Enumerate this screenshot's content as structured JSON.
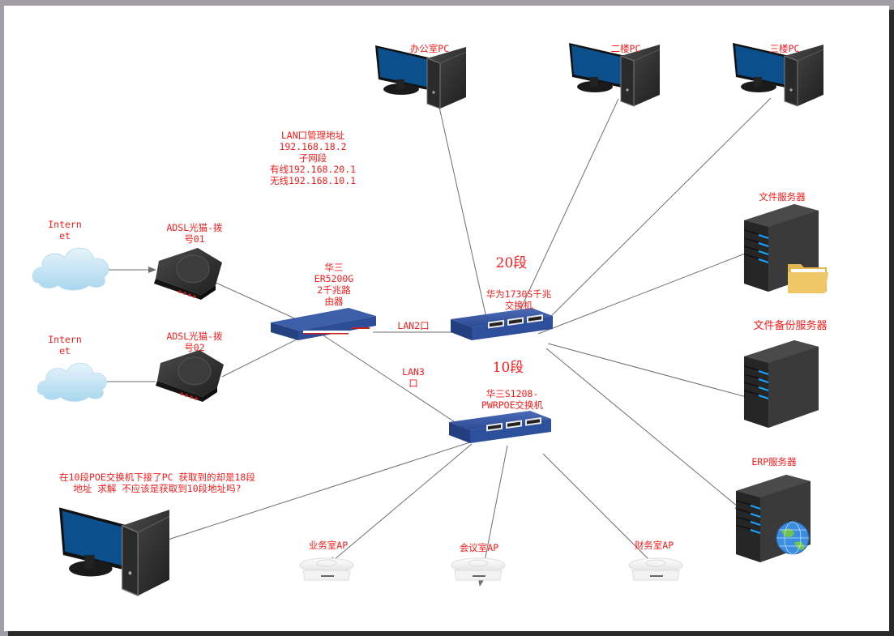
{
  "diagram": {
    "internet_clouds": [
      {
        "label": "Intern\net"
      },
      {
        "label": "Intern\net"
      }
    ],
    "modems": [
      {
        "label": "ADSL光猫-拨\n号01"
      },
      {
        "label": "ADSL光猫-拨\n号02"
      }
    ],
    "router": {
      "label": "华三\nER5200G\n2千兆路\n由器"
    },
    "router_info": "LAN口管理地址\n192.168.18.2\n子网段\n有线192.168.20.1\n无线192.168.10.1",
    "lan2_label": "LAN2口",
    "lan3_label": "LAN3\n口",
    "segment_20": "20段",
    "segment_10": "10段",
    "core_switch": {
      "label": "华为1730S千兆\n交换机"
    },
    "poe_switch": {
      "label": "华三S1208-\nPWRPOE交换机"
    },
    "pcs": [
      {
        "label": "办公室PC"
      },
      {
        "label": "二楼PC"
      },
      {
        "label": "三楼PC"
      }
    ],
    "servers": [
      {
        "label": "文件服务器",
        "badge": "folder"
      },
      {
        "label": "文件备份服务器",
        "badge": "none"
      },
      {
        "label": "ERP服务器",
        "badge": "globe"
      }
    ],
    "access_points": [
      {
        "label": "业务室AP"
      },
      {
        "label": "会议室AP"
      },
      {
        "label": "财务室AP"
      }
    ],
    "poe_pc_note": "在10段POE交换机下接了PC 获取到的却是18段\n地址   求解 不应该是获取到10段地址吗?",
    "colors": {
      "label": "#ff1a1a",
      "wire": "#6e6e6e",
      "switch_blue": "#2f4f9a",
      "screen_blue": "#0b4f8c",
      "device_dark": "#333333"
    }
  }
}
